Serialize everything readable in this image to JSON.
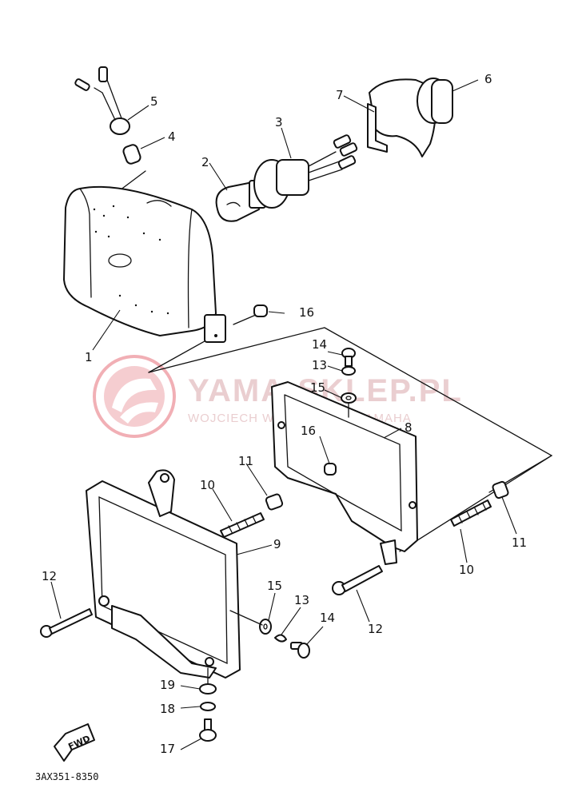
{
  "diagram_code": "3AX351-8350",
  "fwd_label": "FWD",
  "watermark": {
    "title": "YAMA-SKLEP.PL",
    "subtitle": "WOJCIECH WICZ  DEALER YAMAHA"
  },
  "callouts": [
    "1",
    "2",
    "3",
    "4",
    "5",
    "6",
    "7",
    "8",
    "9",
    "10",
    "10",
    "11",
    "11",
    "12",
    "12",
    "13",
    "13",
    "14",
    "14",
    "15",
    "15",
    "16",
    "16",
    "17",
    "18",
    "19"
  ]
}
